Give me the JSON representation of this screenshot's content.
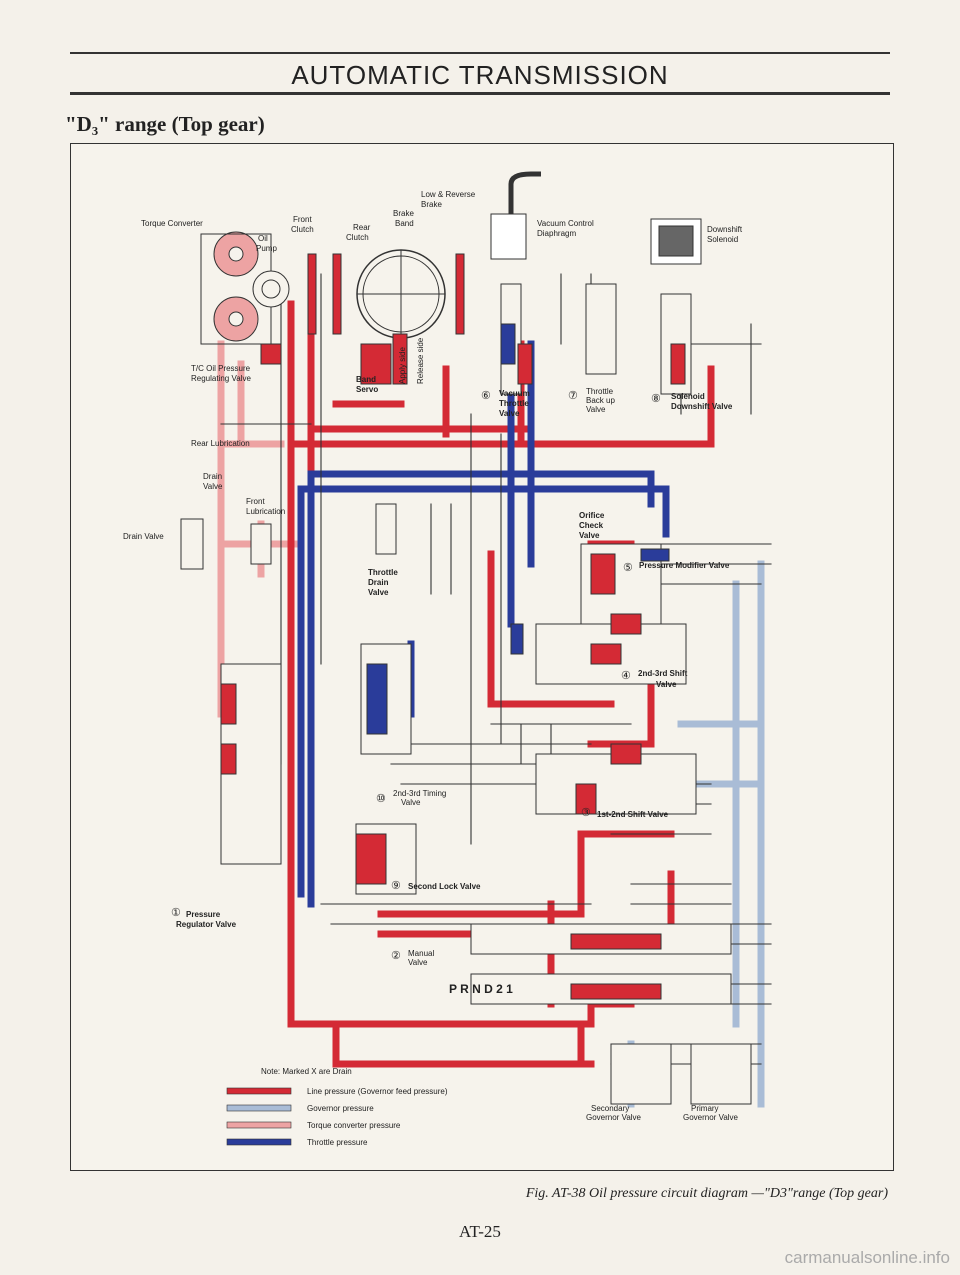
{
  "header": {
    "title": "AUTOMATIC TRANSMISSION"
  },
  "section": {
    "title": "\"D₃\" range (Top gear)"
  },
  "diagram": {
    "labels": {
      "torque_converter": "Torque Converter",
      "oil_pump": [
        "Oil",
        "Pump"
      ],
      "front_clutch": [
        "Front",
        "Clutch"
      ],
      "rear_clutch": [
        "Rear",
        "Clutch"
      ],
      "brake_band": [
        "Brake",
        "Band"
      ],
      "low_reverse_brake": [
        "Low & Reverse",
        "Brake"
      ],
      "vacuum_control": [
        "Vacuum Control",
        "Diaphragm"
      ],
      "downshift_solenoid": [
        "Downshift",
        "Solenoid"
      ],
      "tc_regulating": [
        "T/C Oil Pressure",
        "Regulating Valve"
      ],
      "band_servo": [
        "Band",
        "Servo"
      ],
      "apply_side": "Apply side",
      "release_side": "Release side",
      "rear_lubrication": "Rear Lubrication",
      "drain_valve_upper": [
        "Drain",
        "Valve"
      ],
      "drain_valve_left": "Drain Valve",
      "front_lubrication": [
        "Front",
        "Lubrication"
      ],
      "throttle_drain": [
        "Throttle",
        "Drain",
        "Valve"
      ],
      "orifice_check": [
        "Orifice",
        "Check",
        "Valve"
      ],
      "vacuum_throttle": [
        "Vacuum",
        "Throttle",
        "Valve"
      ],
      "throttle_backup": [
        "Throttle",
        "Back up",
        "Valve"
      ],
      "solenoid_downshift": [
        "Solenoid",
        "Downshift Valve"
      ],
      "pressure_modifier": "Pressure Modifier Valve",
      "shift_23": [
        "2nd-3rd Shift",
        "Valve"
      ],
      "timing_23": [
        "2nd-3rd Timing",
        "Valve"
      ],
      "shift_12": "1st-2nd Shift Valve",
      "second_lock": "Second Lock Valve",
      "pressure_regulator": [
        "Pressure",
        "Regulator Valve"
      ],
      "manual_valve": [
        "Manual",
        "Valve"
      ],
      "prnd21": "P R N D 2 1",
      "secondary_governor": [
        "Secondary",
        "Governor Valve"
      ],
      "primary_governor": [
        "Primary",
        "Governor Valve"
      ]
    },
    "numbers": {
      "c1": "①",
      "c2": "②",
      "c3": "③",
      "c4": "④",
      "c5": "⑤",
      "c6": "⑥",
      "c7": "⑦",
      "c8": "⑧",
      "c9": "⑨",
      "c10": "⑩"
    },
    "note": "Note:  Marked X are Drain",
    "legend": [
      {
        "label": "Line pressure (Governor feed pressure)",
        "color": "#d42a35"
      },
      {
        "label": "Governor pressure",
        "color": "#a9bcd6"
      },
      {
        "label": "Torque converter pressure",
        "color": "#eda3a3"
      },
      {
        "label": "Throttle pressure",
        "color": "#2a3c9a"
      }
    ],
    "colors": {
      "line": "#d42a35",
      "governor": "#a9bcd6",
      "converter": "#eda3a3",
      "throttle": "#2a3c9a",
      "ink": "#333333"
    }
  },
  "caption": {
    "text": "Fig. AT-38  Oil pressure circuit diagram —\"D3\"range (Top gear)"
  },
  "page_number": "AT-25",
  "watermark": "carmanualsonline.info"
}
